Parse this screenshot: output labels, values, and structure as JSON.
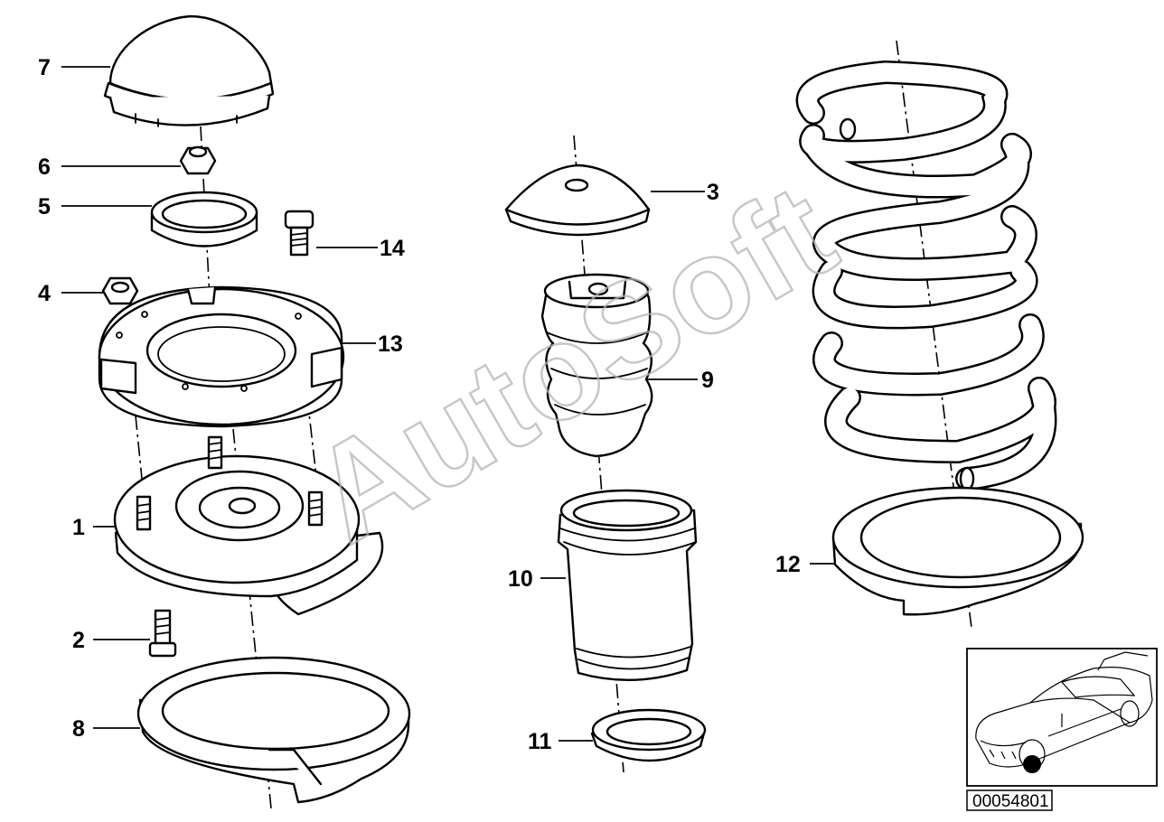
{
  "callouts": {
    "c1": "1",
    "c2": "2",
    "c3": "3",
    "c4": "4",
    "c5": "5",
    "c6": "6",
    "c7": "7",
    "c8": "8",
    "c9": "9",
    "c10": "10",
    "c11": "11",
    "c12": "12",
    "c13": "13",
    "c14": "14"
  },
  "watermark": "AutoSoft",
  "reference_number": "00054801",
  "colors": {
    "line": "#000000",
    "watermark": "#b5b5b5",
    "background": "#ffffff"
  },
  "icons": {
    "locator": "car-locator-icon"
  }
}
